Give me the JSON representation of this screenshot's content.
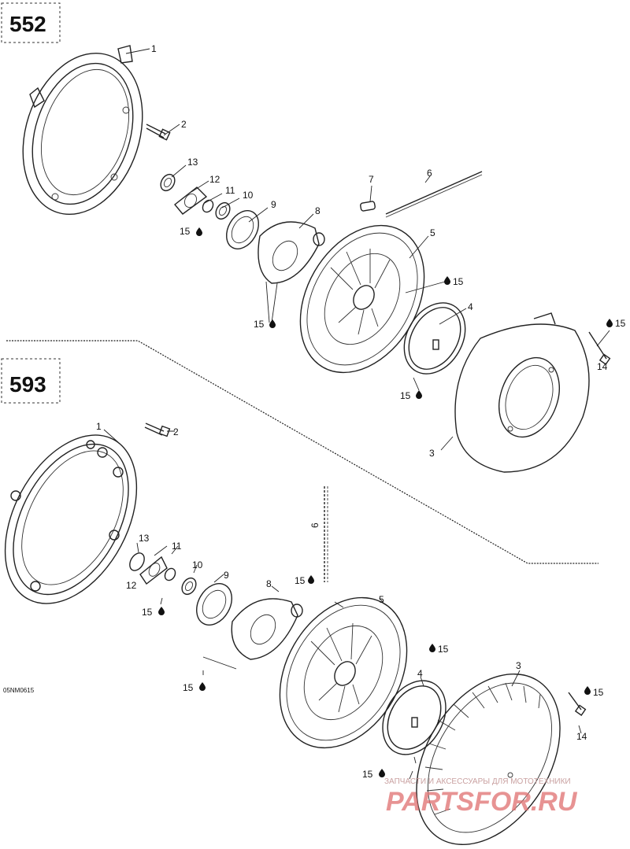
{
  "sections": [
    {
      "id": "552",
      "label": "552",
      "callouts": [
        {
          "key": "p1",
          "text": "1"
        },
        {
          "key": "p2",
          "text": "2"
        },
        {
          "key": "p3",
          "text": "3"
        },
        {
          "key": "p4",
          "text": "4"
        },
        {
          "key": "p5",
          "text": "5"
        },
        {
          "key": "p6",
          "text": "6"
        },
        {
          "key": "p7",
          "text": "7"
        },
        {
          "key": "p8",
          "text": "8"
        },
        {
          "key": "p9",
          "text": "9"
        },
        {
          "key": "p10",
          "text": "10"
        },
        {
          "key": "p11",
          "text": "11"
        },
        {
          "key": "p12",
          "text": "12"
        },
        {
          "key": "p13",
          "text": "13"
        },
        {
          "key": "p14",
          "text": "14"
        },
        {
          "key": "l15a",
          "text": "15"
        },
        {
          "key": "l15b",
          "text": "15"
        },
        {
          "key": "l15c",
          "text": "15"
        },
        {
          "key": "l15d",
          "text": "15"
        },
        {
          "key": "l15e",
          "text": "15"
        }
      ]
    },
    {
      "id": "593",
      "label": "593",
      "callouts": [
        {
          "key": "p1",
          "text": "1"
        },
        {
          "key": "p2",
          "text": "2"
        },
        {
          "key": "p3",
          "text": "3"
        },
        {
          "key": "p4",
          "text": "4"
        },
        {
          "key": "p5",
          "text": "5"
        },
        {
          "key": "p6",
          "text": "6"
        },
        {
          "key": "p8",
          "text": "8"
        },
        {
          "key": "p9",
          "text": "9"
        },
        {
          "key": "p10",
          "text": "10"
        },
        {
          "key": "p11",
          "text": "11"
        },
        {
          "key": "p12",
          "text": "12"
        },
        {
          "key": "p13",
          "text": "13"
        },
        {
          "key": "p14",
          "text": "14"
        },
        {
          "key": "l15a",
          "text": "15"
        },
        {
          "key": "l15b",
          "text": "15"
        },
        {
          "key": "l15c",
          "text": "15"
        },
        {
          "key": "l15d",
          "text": "15"
        },
        {
          "key": "l15e",
          "text": "15"
        },
        {
          "key": "l15f",
          "text": "15"
        }
      ]
    }
  ],
  "drawing_code": "05NM0615",
  "watermark": {
    "tagline": "ЗАПЧАСТИ И АКСЕССУАРЫ ДЛЯ МОТОТЕХНИКИ",
    "brand": "PARTSFOR.RU"
  },
  "colors": {
    "line": "#222222",
    "watermark_red": "#e07070",
    "watermark_gray": "#c9a0a0"
  }
}
